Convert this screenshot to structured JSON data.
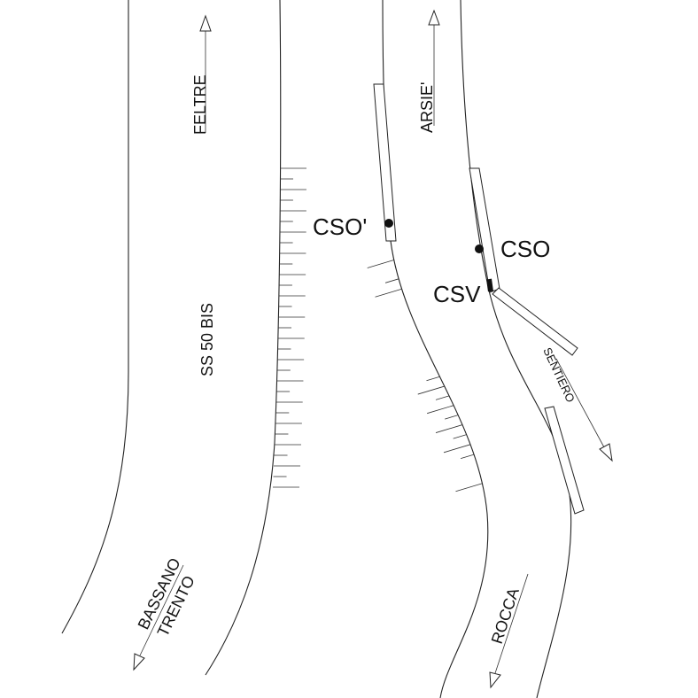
{
  "labels": {
    "feltre": "FELTRE",
    "arsie": "ARSIE'",
    "road_name": "SS 50 BIS",
    "bassano": "BASSANO",
    "trento": "TRENTO",
    "rocca": "ROCCA",
    "sentiero": "SENTIERO",
    "cso_prime": "CSO'",
    "cso": "CSO",
    "csv": "CSV"
  },
  "colors": {
    "line": "#222222",
    "background": "#ffffff"
  }
}
